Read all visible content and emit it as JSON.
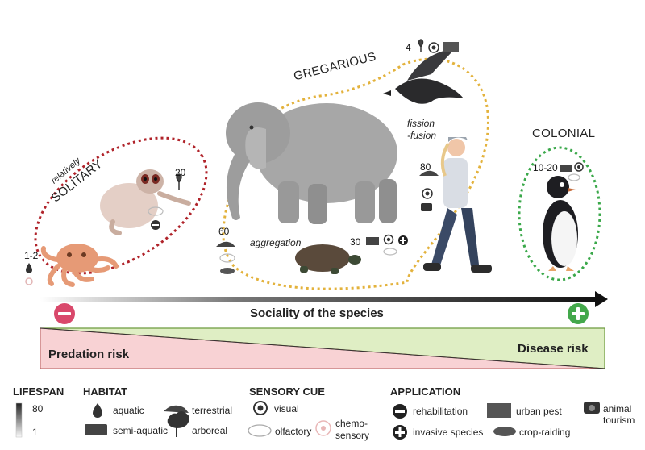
{
  "groups": {
    "solitary_prefix": "relatively",
    "solitary": "SOLITARY",
    "gregarious": "GREGARIOUS",
    "fission": "fission",
    "fusion": "-fusion",
    "colonial": "COLONIAL",
    "aggregation": "aggregation"
  },
  "lifespans": {
    "octopus": "1-2",
    "loris": "20",
    "crow": "4",
    "elephant": "60",
    "human": "80",
    "turtle": "30",
    "penguin": "10-20"
  },
  "axis": {
    "title": "Sociality of the species",
    "minus": "−",
    "plus": "+"
  },
  "risks": {
    "predation": "Predation risk",
    "disease": "Disease risk"
  },
  "legend": {
    "lifespan": {
      "title": "LIFESPAN",
      "max": "80",
      "min": "1"
    },
    "habitat": {
      "title": "HABITAT",
      "aquatic": "aquatic",
      "terrestrial": "terrestrial",
      "semi_aquatic": "semi-aquatic",
      "arboreal": "arboreal"
    },
    "sensory": {
      "title": "SENSORY CUE",
      "visual": "visual",
      "olfactory": "olfactory",
      "chemo": "chemo-",
      "sensory": "sensory"
    },
    "application": {
      "title": "APPLICATION",
      "rehabilitation": "rehabilitation",
      "invasive": "invasive species",
      "urban_pest": "urban pest",
      "crop_raiding": "crop-raiding",
      "animal": "animal",
      "tourism": "tourism"
    }
  },
  "colors": {
    "solitary_ring": "#b0232a",
    "gregarious_ring": "#e3b23c",
    "colonial_ring": "#3aa84a",
    "minus_badge": "#d9486b",
    "plus_badge": "#43a84b",
    "predation_fill": "#f8d2d4",
    "disease_fill": "#dfeec4"
  }
}
